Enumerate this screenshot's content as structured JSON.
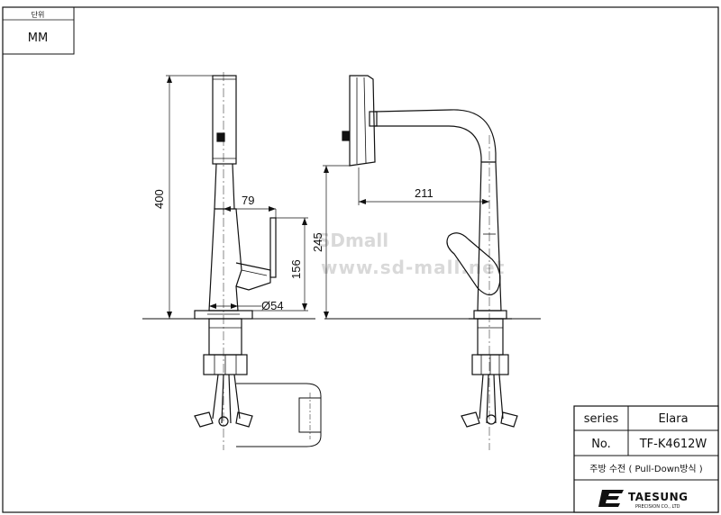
{
  "unit_box": {
    "label": "단위",
    "value": "MM"
  },
  "dimensions": {
    "total_height": "400",
    "offset_depth": "79",
    "handle_height": "156",
    "base_diameter": "Ø54",
    "spout_height": "245",
    "spout_reach": "211"
  },
  "watermark": {
    "line1": "SDmall",
    "line2": "www.sd-mall.net"
  },
  "title_block": {
    "series_label": "series",
    "series_value": "Elara",
    "no_label": "No.",
    "no_value": "TF-K4612W",
    "description": "주방 수전 ( Pull-Down방식 )",
    "company_name": "TAESUNG",
    "company_sub": "PRECISION CO., LTD",
    "logo_icon": "taesung-logo-icon"
  },
  "colors": {
    "line": "#111111",
    "watermark": "#d9d9d9"
  }
}
